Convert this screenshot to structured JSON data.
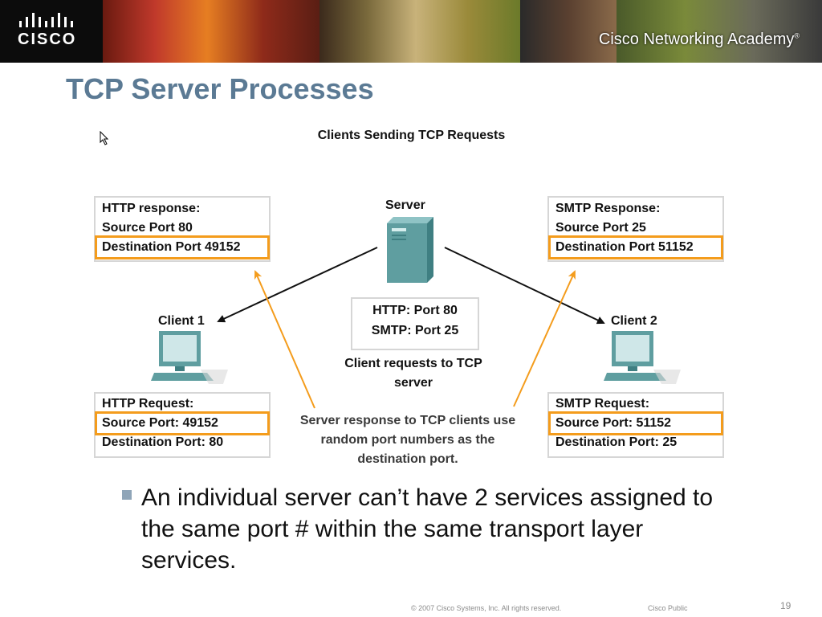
{
  "header": {
    "logo_text": "CISCO",
    "academy_text": "Cisco Networking Academy",
    "academy_mark": "®"
  },
  "slide": {
    "title": "TCP Server Processes"
  },
  "diagram": {
    "title": "Clients Sending TCP Requests",
    "server_label": "Server",
    "client1_label": "Client 1",
    "client2_label": "Client 2",
    "server_ports": [
      "HTTP: Port 80",
      "SMTP: Port 25"
    ],
    "client_requests_caption": [
      "Client requests to TCP",
      "server"
    ],
    "server_response_caption": [
      "Server response to TCP clients use",
      "random port numbers as the",
      "destination port."
    ],
    "http_response": [
      "HTTP response:",
      "Source Port 80",
      "Destination Port 49152"
    ],
    "smtp_response": [
      "SMTP Response:",
      "Source Port 25",
      "Destination Port 51152"
    ],
    "http_request": [
      "HTTP Request:",
      "Source Port: 49152",
      "Destination Port: 80"
    ],
    "smtp_request": [
      "SMTP Request:",
      "Source Port: 51152",
      "Destination Port: 25"
    ],
    "colors": {
      "highlight": "#f49c1c",
      "orange_arrow": "#f49c1c",
      "black_arrow": "#111111",
      "device": "#5f9ea0"
    }
  },
  "body": {
    "bullet": "An individual server can’t have 2 services assigned to the same port # within the same transport layer services."
  },
  "footer": {
    "copyright": "© 2007 Cisco Systems, Inc. All rights reserved.",
    "classification": "Cisco Public",
    "page_number": "19"
  }
}
